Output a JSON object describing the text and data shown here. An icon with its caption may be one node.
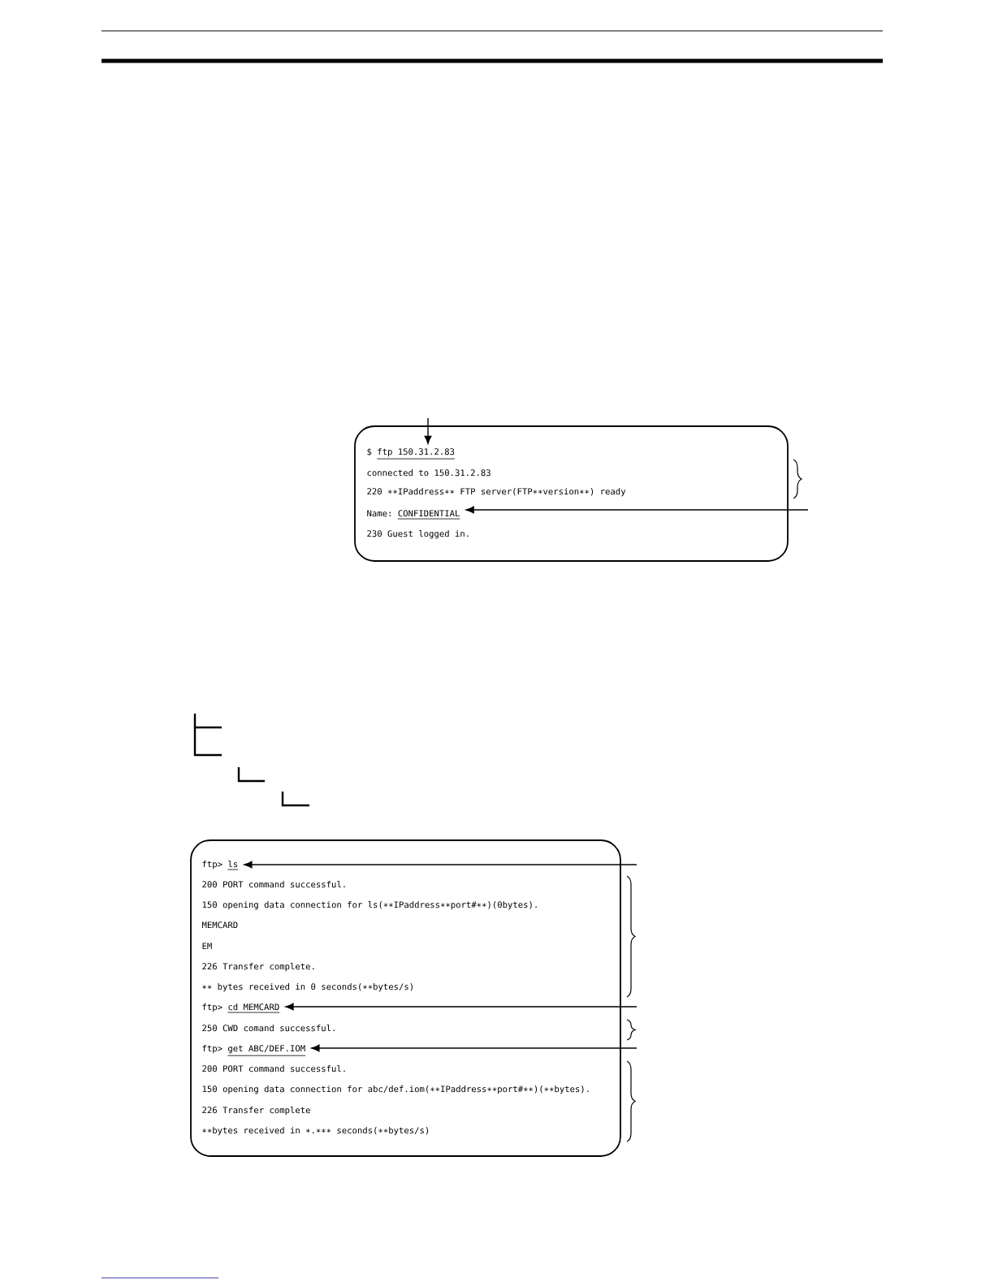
{
  "diagram": {
    "nodes": [
      {
        "text": [],
        "shape": "box"
      },
      {
        "text": [
          "$",
          "ftp 150.31.2.83"
        ],
        "in": 0
      },
      {
        "text": [
          "connected to 150.31.2.83"
        ],
        "in": 0
      },
      {
        "text": [
          "220 ∗∗IPaddress∗∗ FTP server(FTP∗∗version∗∗) ready"
        ],
        "in": 0
      },
      {
        "text": [
          "Name:",
          "CONFIDENTIAL"
        ],
        "in": 0
      },
      {
        "text": [
          "230 Guest logged in."
        ],
        "in": 0
      },
      {
        "text": [],
        "shape": "box"
      },
      {
        "text": [
          "ftp>",
          "ls"
        ],
        "in": 6
      },
      {
        "text": [
          "200 PORT command successful."
        ],
        "in": 6
      },
      {
        "text": [
          "150 opening data connection for ls(∗∗IPaddress∗∗port#∗∗)(0bytes)."
        ],
        "in": 6
      },
      {
        "text": [
          "MEMCARD"
        ],
        "in": 6
      },
      {
        "text": [
          "EM"
        ],
        "in": 6
      },
      {
        "text": [
          "226 Transfer complete."
        ],
        "in": 6
      },
      {
        "text": [
          "∗∗ bytes received in 0 seconds(∗∗bytes/s)"
        ],
        "in": 6
      },
      {
        "text": [
          "ftp>",
          "cd MEMCARD"
        ],
        "in": 6
      },
      {
        "text": [
          "250 CWD comand successful."
        ],
        "in": 6
      },
      {
        "text": [
          "ftp>",
          "get ABC/DEF.IOM"
        ],
        "in": 6
      },
      {
        "text": [
          "200 PORT command successful."
        ],
        "in": 6
      },
      {
        "text": [
          "150 opening data connection for abc/def.iom(∗∗IPaddress∗∗port#∗∗)(∗∗bytes)."
        ],
        "in": 6
      },
      {
        "text": [
          "226 Transfer complete"
        ],
        "in": 6
      },
      {
        "text": [
          "∗∗bytes received in ∗.∗∗∗ seconds(∗∗bytes/s)"
        ],
        "in": 6
      }
    ],
    "edges": [
      {
        "from": null,
        "to": 1,
        "arrow": "to"
      },
      {
        "from": null,
        "to": 4,
        "arrow": "to"
      },
      {
        "from": null,
        "to": 7,
        "arrow": "to"
      },
      {
        "from": null,
        "to": 14,
        "arrow": "to"
      },
      {
        "from": null,
        "to": 16,
        "arrow": "to"
      }
    ]
  }
}
